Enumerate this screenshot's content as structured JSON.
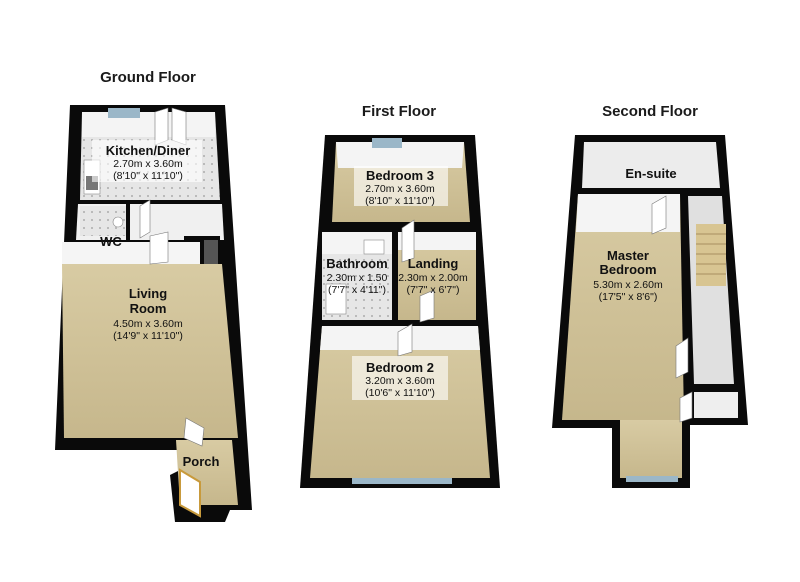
{
  "floors": {
    "ground": {
      "title": "Ground Floor",
      "rooms": {
        "kitchen": {
          "name": "Kitchen/Diner",
          "dim_m": "2.70m x 3.60m",
          "dim_ft": "(8'10\" x 11'10\")"
        },
        "wc": {
          "name": "WC"
        },
        "living": {
          "name_line1": "Living",
          "name_line2": "Room",
          "dim_m": "4.50m x 3.60m",
          "dim_ft": "(14'9\" x 11'10\")"
        },
        "porch": {
          "name": "Porch"
        }
      }
    },
    "first": {
      "title": "First Floor",
      "rooms": {
        "bedroom3": {
          "name": "Bedroom 3",
          "dim_m": "2.70m x 3.60m",
          "dim_ft": "(8'10\" x 11'10\")"
        },
        "bathroom": {
          "name": "Bathroom",
          "dim_m": "2.30m x 1.50",
          "dim_ft": "(7'7\" x 4'11\")"
        },
        "landing": {
          "name": "Landing",
          "dim_m": "2.30m x 2.00m",
          "dim_ft": "(7'7\" x 6'7\")"
        },
        "bedroom2": {
          "name": "Bedroom 2",
          "dim_m": "3.20m x 3.60m",
          "dim_ft": "(10'6\" x 11'10\")"
        }
      }
    },
    "second": {
      "title": "Second Floor",
      "rooms": {
        "ensuite": {
          "name": "En-suite"
        },
        "master": {
          "name_line1": "Master",
          "name_line2": "Bedroom",
          "dim_m": "5.30m x 2.60m",
          "dim_ft": "(17'5\" x 8'6\")"
        }
      }
    }
  },
  "colors": {
    "wall": "#0a0a0a",
    "carpet": "#cdbf95",
    "tile": "#e4e4e4",
    "light_wall": "#f2f2f2"
  }
}
